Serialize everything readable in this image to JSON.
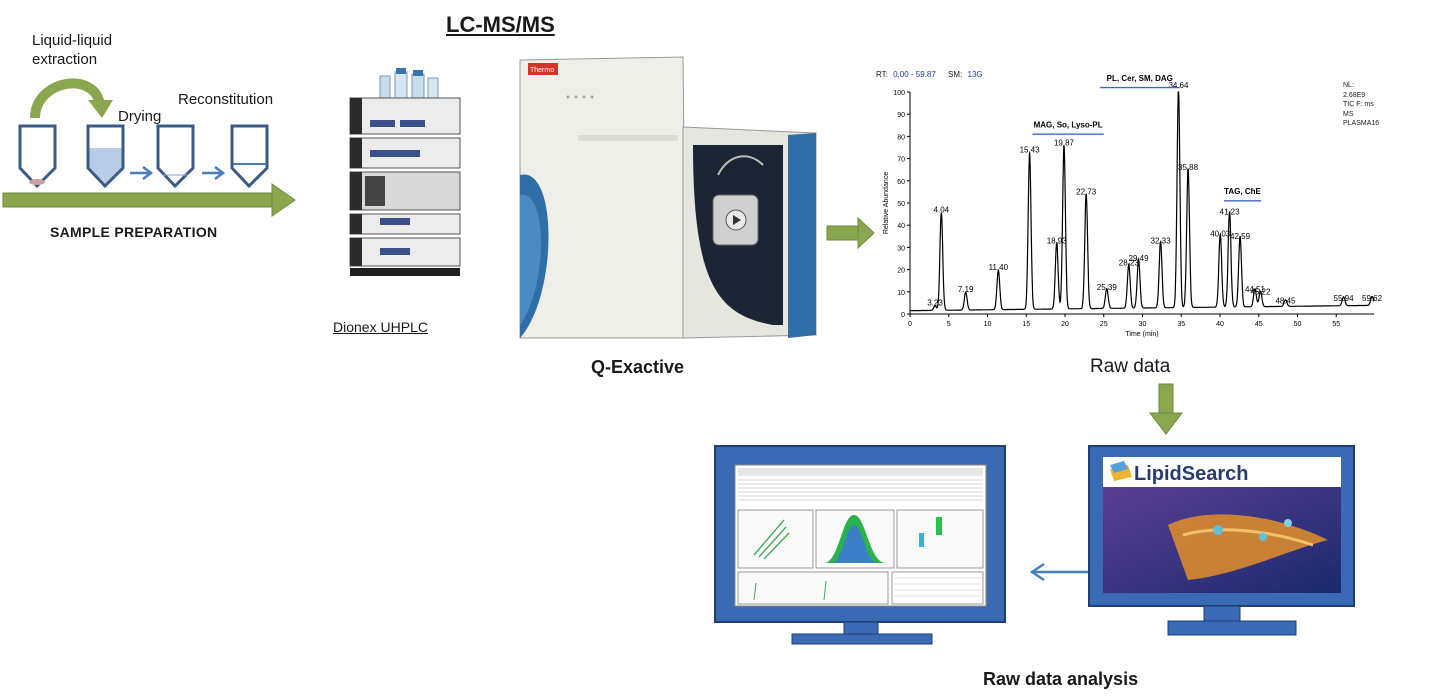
{
  "sample_prep": {
    "step_extraction": "Liquid-liquid\nextraction",
    "step_drying": "Drying",
    "step_reconstitution": "Reconstitution",
    "title": "SAMPLE PREPARATION"
  },
  "lcms": {
    "title": "LC-MS/MS",
    "uhplc_label": "Dionex UHPLC",
    "qexactive_label": "Q-Exactive",
    "thermo_logo": "Thermo"
  },
  "raw_data": {
    "label": "Raw data",
    "header_rt": "RT:",
    "header_rt_range": "0.00 - 59.87",
    "header_sm": "SM:",
    "header_sm_value": "13G",
    "info_lines": [
      "NL:",
      "2.68E9",
      "TIC F: ms",
      "MS",
      "PLASMA16"
    ],
    "region_labels": [
      "PL, Cer, SM, DAG",
      "MAG, So, Lyso-PL",
      "TAG, ChE"
    ]
  },
  "analysis": {
    "label": "Raw data analysis",
    "lipidsearch_logo": "LipidSearch"
  },
  "colors": {
    "arrow_green": "#8aa64f",
    "arrow_blue": "#4a7ebb",
    "tube_outline": "#3c5b84",
    "monitor_blue": "#3b6ab4",
    "monitor_frame": "#2d4f8a"
  },
  "chart_data": {
    "type": "line",
    "title": "",
    "xlabel": "Time (min)",
    "ylabel": "Relative Abundance",
    "xlim": [
      0,
      59.87
    ],
    "ylim": [
      0,
      100
    ],
    "x_ticks": [
      0,
      5,
      10,
      15,
      20,
      25,
      30,
      35,
      40,
      45,
      50,
      55
    ],
    "y_ticks": [
      0,
      10,
      20,
      30,
      40,
      50,
      60,
      70,
      80,
      90,
      100
    ],
    "peaks": [
      {
        "x": 3.23,
        "y": 2,
        "label": "3.23"
      },
      {
        "x": 4.04,
        "y": 44,
        "label": "4.04"
      },
      {
        "x": 7.19,
        "y": 8,
        "label": "7.19"
      },
      {
        "x": 11.4,
        "y": 18,
        "label": "11.40"
      },
      {
        "x": 15.43,
        "y": 71,
        "label": "15.43"
      },
      {
        "x": 18.93,
        "y": 30,
        "label": "18.93"
      },
      {
        "x": 19.87,
        "y": 74,
        "label": "19.87"
      },
      {
        "x": 22.73,
        "y": 52,
        "label": "22.73"
      },
      {
        "x": 25.39,
        "y": 9,
        "label": "25.39"
      },
      {
        "x": 28.23,
        "y": 20,
        "label": "28.23"
      },
      {
        "x": 29.49,
        "y": 22,
        "label": "29.49"
      },
      {
        "x": 32.33,
        "y": 30,
        "label": "32.33"
      },
      {
        "x": 34.64,
        "y": 100,
        "label": "34.64"
      },
      {
        "x": 35.88,
        "y": 63,
        "label": "35.88"
      },
      {
        "x": 40.03,
        "y": 33,
        "label": "40.03"
      },
      {
        "x": 41.23,
        "y": 43,
        "label": "41.23"
      },
      {
        "x": 42.59,
        "y": 32,
        "label": "42.59"
      },
      {
        "x": 44.51,
        "y": 8,
        "label": "44.51"
      },
      {
        "x": 45.22,
        "y": 7,
        "label": "45.22"
      },
      {
        "x": 48.45,
        "y": 3,
        "label": "48.45"
      },
      {
        "x": 55.94,
        "y": 4,
        "label": "55.94"
      },
      {
        "x": 59.62,
        "y": 4,
        "label": "59.62"
      }
    ]
  }
}
